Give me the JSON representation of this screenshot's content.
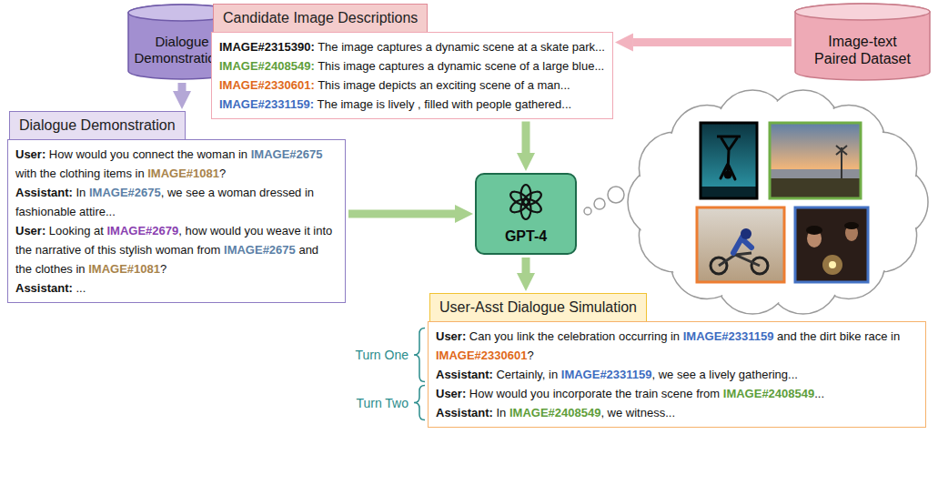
{
  "diagram": {
    "nodes": [
      {
        "text": [
          "Dialogue Demonstrations"
        ]
      },
      {
        "text": [
          "Candidate Image Descriptions",
          "IMAGE#2315390: The image captures a dynamic scene at a skate park...",
          "IMAGE#2408549: This image captures a dynamic scene of a large blue...",
          "IMAGE#2330601: This image depicts an exciting scene of a man...",
          "IMAGE#2331159: The image is lively , filled with people gathered..."
        ]
      },
      {
        "text": [
          "Image-text Paired Dataset"
        ]
      },
      {
        "text": [
          "Dialogue Demonstration",
          "User: How would you connect the woman in IMAGE#2675 with the clothing items in IMAGE#1081?",
          "Assistant: In IMAGE#2675, we see a woman dressed in fashionable attire...",
          "User: Looking at IMAGE#2679, how would you weave it into the narrative of this stylish woman from IMAGE#2675 and the clothes in IMAGE#1081?",
          "Assistant: ..."
        ]
      },
      {
        "text": [
          "GPT-4"
        ]
      },
      {
        "text": [
          "User-Asst Dialogue Simulation",
          "User: Can you link the celebration occurring in IMAGE#2331159 and the dirt bike race in IMAGE#2330601?",
          "Assistant: Certainly, in IMAGE#2331159, we see a lively gathering...",
          "User: How would you incorporate the train scene from IMAGE#2408549...",
          "Assistant: In IMAGE#2408549, we witness..."
        ]
      }
    ],
    "edges": [
      {
        "from": 0,
        "to": 3,
        "arrow": "to"
      },
      {
        "from": 2,
        "to": 1,
        "arrow": "to"
      },
      {
        "from": 1,
        "to": 4,
        "arrow": "to"
      },
      {
        "from": 3,
        "to": 4,
        "arrow": "to"
      },
      {
        "from": 4,
        "to": 5,
        "arrow": "to"
      }
    ],
    "labels": [
      "Turn One",
      "Turn Two"
    ]
  }
}
